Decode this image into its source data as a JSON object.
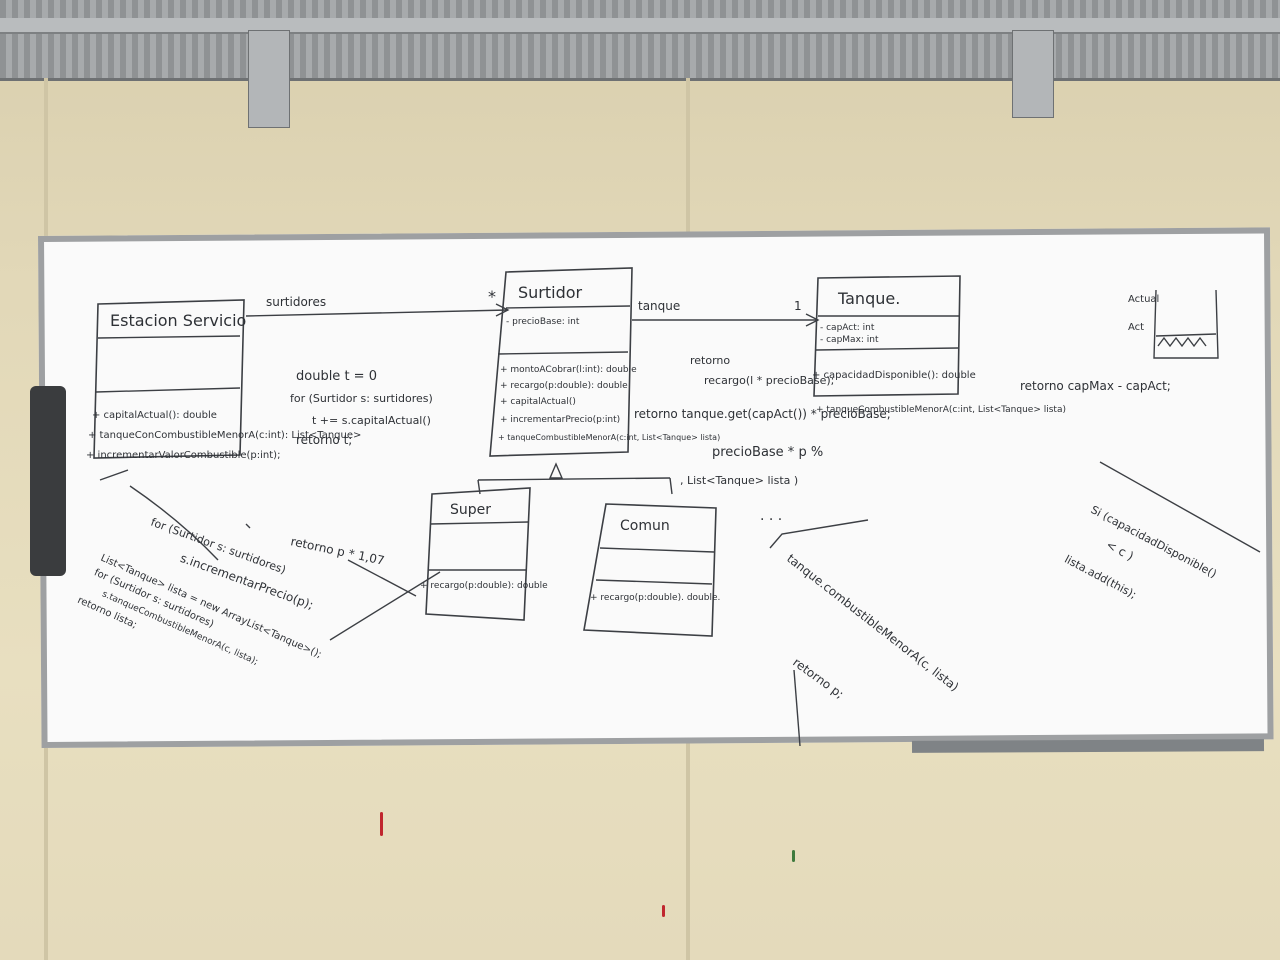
{
  "scene": {
    "description_kind": "whiteboard",
    "colors": {
      "wall": "#e4dabb",
      "board": "#fafafa",
      "frame": "#9ea0a2",
      "ink": "#2e3136",
      "marker_red": "#c0262e",
      "marker_green": "#3f7a3d"
    }
  },
  "classes": {
    "estacion": {
      "name": "Estacion Servicio",
      "methods": [
        "+ capitalActual(): double",
        "+ tanqueConCombustibleMenorA(c:int): List<Tanque>",
        "+ incrementarValorCombustible(p:int);"
      ]
    },
    "surtidor": {
      "name": "Surtidor",
      "attribute": "- precioBase: int",
      "methods": [
        "+ montoACobrar(l:int): double",
        "+ recargo(p:double): double",
        "+ capitalActual()",
        "+ incrementarPrecio(p:int)",
        "+ tanqueCombustibleMenorA(c:int, List<Tanque> lista)"
      ]
    },
    "tanque": {
      "name": "Tanque.",
      "attributes": [
        "- capAct: int",
        "- capMax: int"
      ],
      "methods": [
        "+ capacidadDisponible(): double",
        "+ tanqueCombustibleMenorA(c:int, List<Tanque> lista)"
      ]
    },
    "super": {
      "name": "Super",
      "method": "+ recargo(p:double): double"
    },
    "comun": {
      "name": "Comun",
      "method": "+ recargo(p:double). double."
    }
  },
  "associations": {
    "surtidores": "surtidores",
    "star": "*",
    "tanque": "tanque",
    "one": "1"
  },
  "notes": {
    "capital": [
      "double t = 0",
      "for (Surtidor s: surtidores)",
      "t += s.capitalActual()",
      "retorno t;"
    ],
    "monto": [
      "retorno",
      "recargo(l * precioBase);"
    ],
    "precio_tanque": [
      "retorno tanque.get(capAct()) * precioBase;"
    ],
    "precio_base": "precioBase * p %",
    "get_lista": ", List<Tanque> lista )",
    "dots": ". . .",
    "recargo_super": "retorno p * 1,07",
    "incrementar": [
      "for (Surtidor s: surtidores)",
      "s.incrementarPrecio(p);"
    ],
    "lista_code": [
      "List<Tanque> lista = new ArrayList<Tanque>();",
      "for (Surtidor s: surtidores)",
      "s.tanqueCombustibleMenorA(c, lista);",
      "retorno lista;"
    ],
    "tanque_menor": "tanque.combustibleMenorA(c, lista)",
    "retorno_p": "retorno p;",
    "cap_disp": "retorno capMax - capAct;",
    "si_line": [
      "Si (capacidadDisponible()",
      "< c )",
      "lista.add(this);"
    ],
    "diagram_labels": [
      "Actual",
      "Act"
    ]
  }
}
